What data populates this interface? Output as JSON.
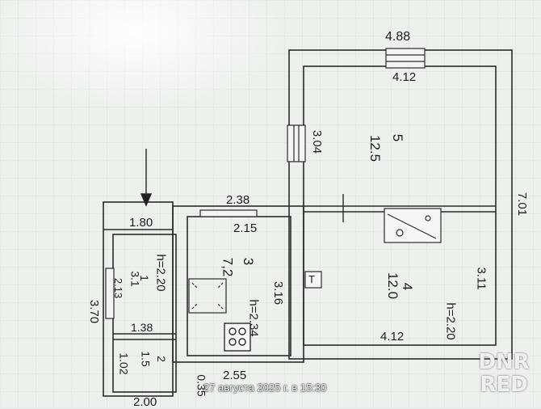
{
  "dimensions": {
    "top_outer": "4.88",
    "top_inner": "4.12",
    "right_outer": "7.01",
    "room5_left": "3.04",
    "room4_right": "3.11",
    "room4_bottom": "4.12",
    "mid_top_outer": "2.38",
    "mid_top_inner": "2.15",
    "room3_right": "3.16",
    "porch_top": "1.80",
    "porch_left_outer": "3.70",
    "porch_left_inner": "2.13",
    "porch_mid": "1.38",
    "bottom_mid": "2.55",
    "bottom_left": "2.00",
    "bottom_small": "0.35"
  },
  "rooms": {
    "r5": {
      "num": "5",
      "area": "12.5"
    },
    "r4": {
      "num": "4",
      "area": "12.0",
      "height": "h=2.20"
    },
    "r3": {
      "num": "3",
      "area": "7,2",
      "height": "h=2.34"
    },
    "r31": {
      "num": "1",
      "area": "3.1",
      "height": "h=2.20"
    },
    "r2": {
      "num": "2",
      "area": "1.5"
    },
    "r_small": {
      "label": "1.02"
    }
  },
  "door_mark": "T",
  "timestamp": "27 августа 2025 г. в 15:30",
  "watermark": {
    "line1": "DNR",
    "line2": "RED"
  }
}
